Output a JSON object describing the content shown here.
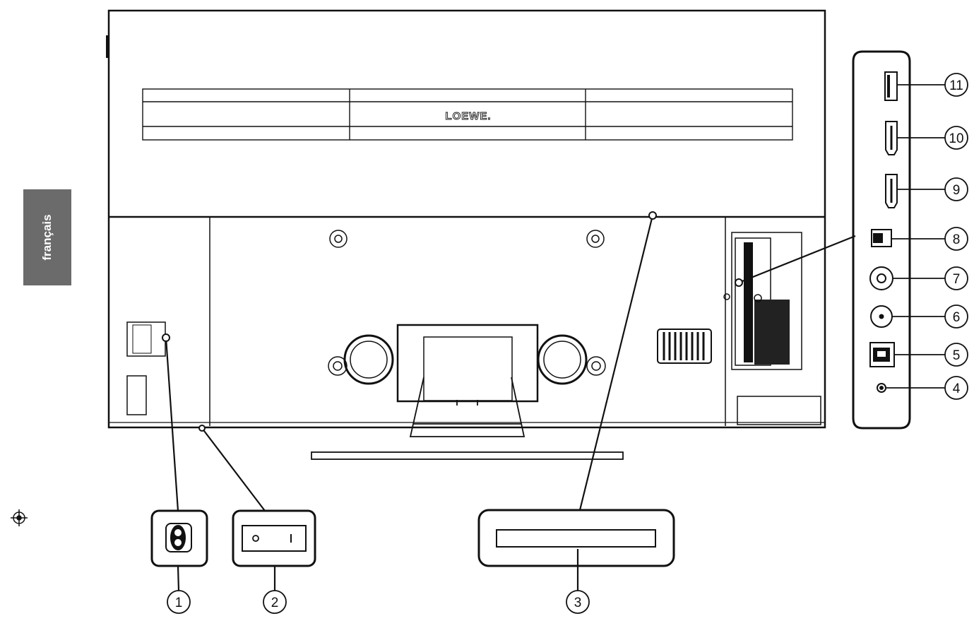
{
  "language_tab": "français",
  "brand_logo": "LOEWE.",
  "callouts": {
    "c1": "1",
    "c2": "2",
    "c3": "3",
    "c4": "4",
    "c5": "5",
    "c6": "6",
    "c7": "7",
    "c8": "8",
    "c9": "9",
    "c10": "10",
    "c11": "11"
  },
  "colors": {
    "line": "#111111",
    "tab_background": "#6b6b6b",
    "tab_text": "#ffffff"
  }
}
